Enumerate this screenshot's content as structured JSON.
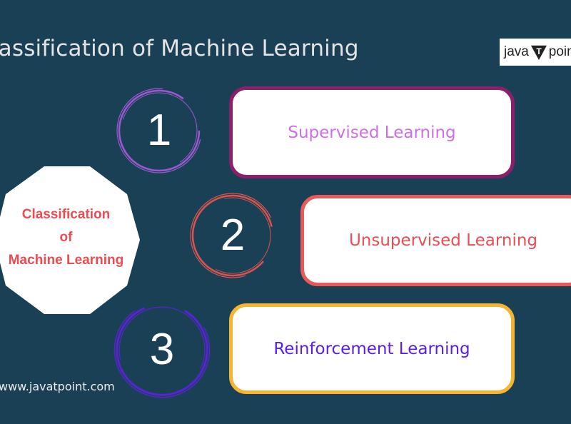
{
  "title": "Classification of Machine Learning",
  "logo": {
    "left": "java",
    "right": "point",
    "mark": "T"
  },
  "footer": "www.javatpoint.com",
  "center": {
    "line1": "Classification",
    "line2": "of",
    "line3": "Machine Learning",
    "color": "#ee4c51"
  },
  "items": [
    {
      "number": "1",
      "label": "Supervised Learning",
      "ring_color": "#9b59d0",
      "border_color": "#8c1f6b",
      "text_color": "#cf6ee8"
    },
    {
      "number": "2",
      "label": "Unsupervised Learning",
      "ring_color": "#d9534f",
      "border_color": "#e85a5a",
      "text_color": "#ea4d52"
    },
    {
      "number": "3",
      "label": "Reinforcement Learning",
      "ring_color": "#5a22d6",
      "border_color": "#f5b52e",
      "text_color": "#5b1fe6"
    }
  ]
}
